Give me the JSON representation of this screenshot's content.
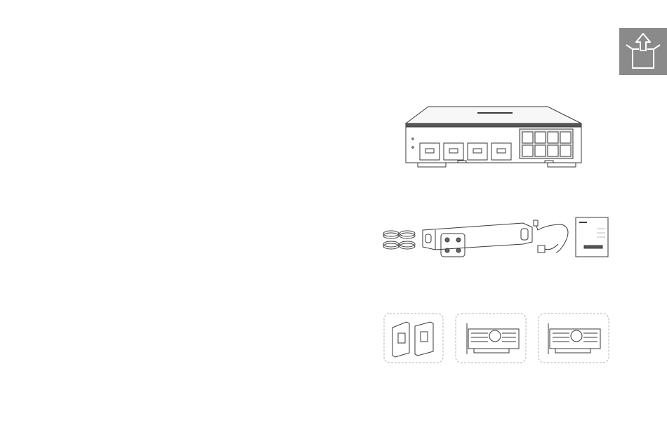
{
  "page": {
    "background": "#ffffff"
  },
  "tab": {
    "icon": "unbox-icon",
    "color": "#8a8a8a"
  },
  "illustrations": [
    {
      "name": "switch-illustration",
      "icon": "network-switch"
    },
    {
      "name": "accessories-illustration",
      "icon": "rubber-feet-bracket-cable-guide"
    },
    {
      "name": "cards-illustration",
      "icon": "brackets-and-pcie-cards"
    }
  ],
  "colors": {
    "line": "#3a3a3a",
    "dashed": "#b5b5b5",
    "tab": "#8a8a8a"
  }
}
